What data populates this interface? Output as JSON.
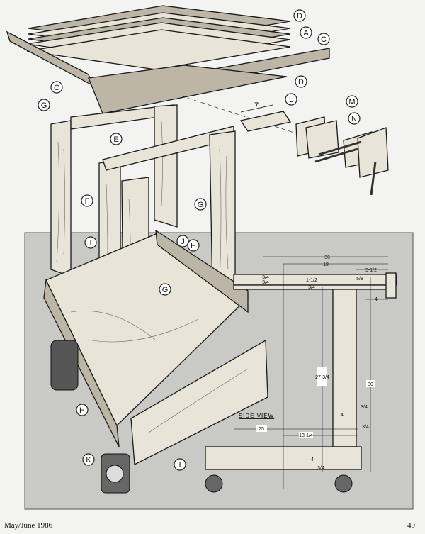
{
  "callouts": [
    "D",
    "A",
    "C",
    "D",
    "C",
    "G",
    "E",
    "L",
    "M",
    "N",
    "G",
    "F",
    "G",
    "I",
    "J",
    "H",
    "G",
    "H",
    "K",
    "I"
  ],
  "exploded_dimension": "7",
  "side_view": {
    "title": "SIDE VIEW",
    "dimensions": {
      "overall_length": "36",
      "half_length": "18",
      "vise_offset": "5-1/2",
      "top_layer_1": "3/4",
      "top_layer_2": "3/4",
      "top_thickness": "1-1/2",
      "vise_jaw": "5/8",
      "apron": "3/4",
      "vise_depth": "4",
      "leg_height": "27-3/4",
      "total_height": "30",
      "leg_inset": "3/4",
      "leg_width": "4",
      "base_inset": "3/4",
      "base_length": "25",
      "base_half": "13-1/4",
      "base_height": "4",
      "base_bottom": "3/4"
    }
  },
  "footer": {
    "issue": "May/June 1986",
    "page": "49"
  }
}
